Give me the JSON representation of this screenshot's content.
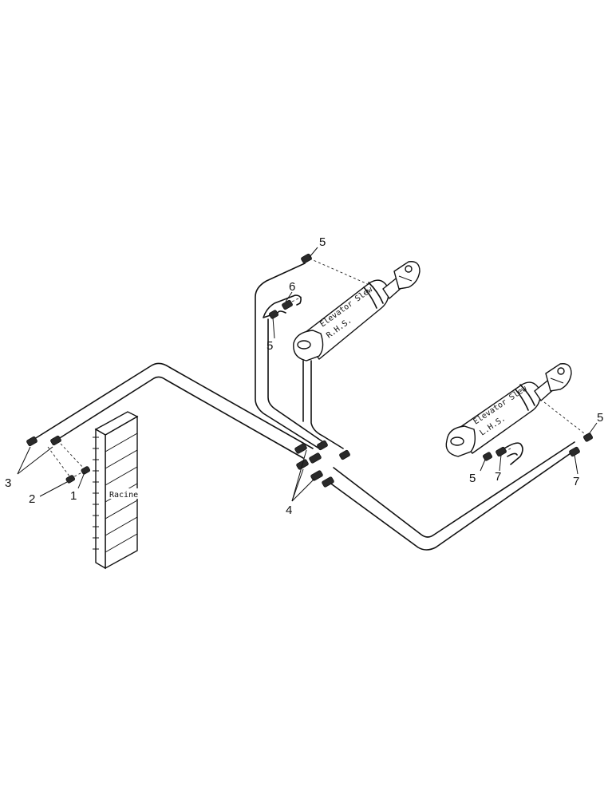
{
  "callouts": [
    {
      "id": "c1",
      "label": "1"
    },
    {
      "id": "c2",
      "label": "2"
    },
    {
      "id": "c3",
      "label": "3"
    },
    {
      "id": "c4",
      "label": "4"
    },
    {
      "id": "c5a",
      "label": "5"
    },
    {
      "id": "c5b",
      "label": "5"
    },
    {
      "id": "c5c",
      "label": "5"
    },
    {
      "id": "c5d",
      "label": "5"
    },
    {
      "id": "c6",
      "label": "6"
    },
    {
      "id": "c7a",
      "label": "7"
    },
    {
      "id": "c7b",
      "label": "7"
    }
  ],
  "valve_block": {
    "label": "Racine"
  },
  "cylinder_rhs": {
    "line1": "Elevator Slew",
    "line2": "R.H.S."
  },
  "cylinder_lhs": {
    "line1": "Elevator Slew",
    "line2": "L.H.S."
  }
}
